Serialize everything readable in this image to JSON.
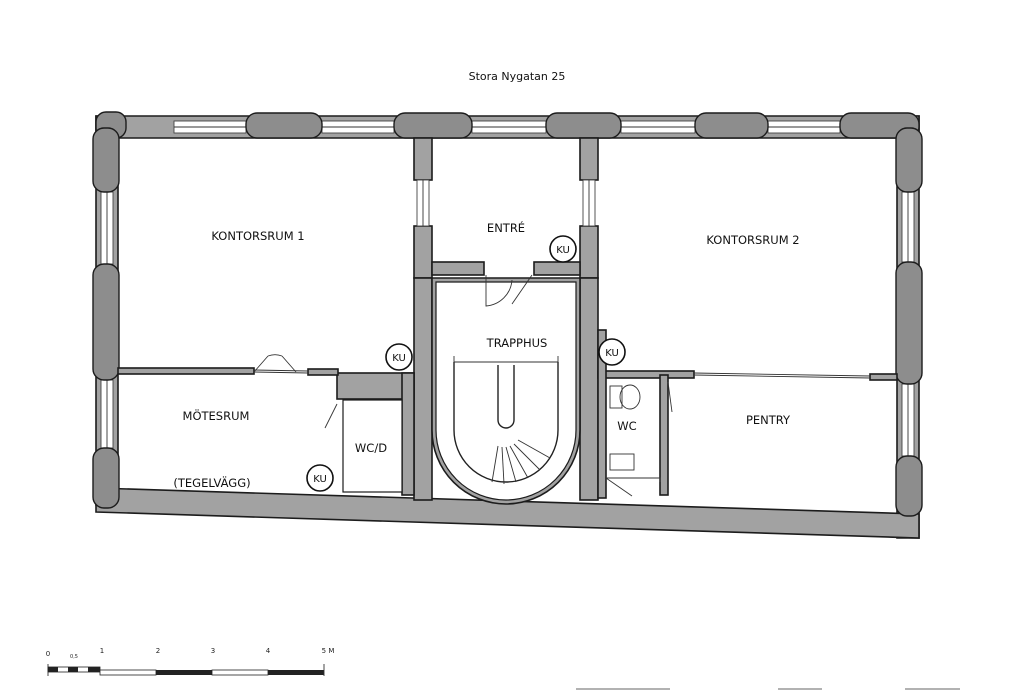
{
  "title": "Stora Nygatan 25",
  "rooms": {
    "kontorsrum1": "KONTORSRUM 1",
    "kontorsrum2": "KONTORSRUM 2",
    "entre": "ENTRÉ",
    "trapphus": "TRAPPHUS",
    "motesrum": "MÖTESRUM",
    "tegelvagg": "(TEGELVÄGG)",
    "wcd": "WC/D",
    "wc": "WC",
    "pentry": "PENTRY"
  },
  "markers": [
    "KU",
    "KU",
    "KU",
    "KU"
  ],
  "scale": {
    "ticks": [
      "0",
      "1",
      "2",
      "3",
      "4",
      "5 M"
    ],
    "half": "0,5"
  }
}
